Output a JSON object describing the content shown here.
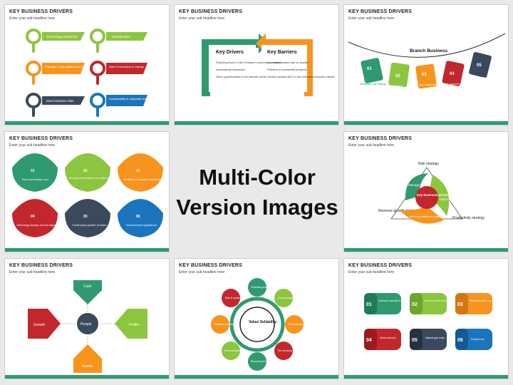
{
  "heading": {
    "line1": "Multi-Color",
    "line2": "Version Images"
  },
  "common": {
    "title": "KEY BUSINESS DRIVERS",
    "subtitle": "Enter your sub headline here"
  },
  "s1": {
    "items": [
      "Technology advances",
      "Globalization",
      "Changes in the workforce & the nature of work",
      "Rate if innovation & change",
      "New business risks",
      "Sustainability & corporate social responsibility"
    ]
  },
  "s2": {
    "left_title": "Key Drivers",
    "left_items": [
      "Exploring touch in the Chinese e-commerce market",
      "International expansion",
      "Other opportunities in the internet sector"
    ],
    "right_title": "Key Barriers",
    "right_items": [
      "Low monetization rate on mobile",
      "Problem of counterfeit products",
      "Trends towards B2C in the Chinese economic market"
    ]
  },
  "s3": {
    "title": "Branch Business",
    "cards": [
      {
        "num": "01",
        "text": "Manpower-rest strategy"
      },
      {
        "num": "02",
        "text": "Guideline"
      },
      {
        "num": "03",
        "text": "Avg. retail prices"
      },
      {
        "num": "04",
        "text": "Avg. premium per policy"
      },
      {
        "num": "05",
        "text": "Persistency"
      }
    ]
  },
  "s4": {
    "items": [
      {
        "num": "01",
        "text": "Risk commodity cost"
      },
      {
        "num": "02",
        "text": "Pricing in expectations the project as customer spending"
      },
      {
        "num": "03",
        "text": "Declining customer retention"
      },
      {
        "num": "04",
        "text": "Technology changes and the adaption marketing"
      },
      {
        "num": "05",
        "text": "Continuous growth of chain"
      },
      {
        "num": "06",
        "text": "Government regulations"
      }
    ]
  },
  "s5": {
    "top": "Risk strategy",
    "left": "Revenue growth strategy",
    "right": "Productivity strategy",
    "center": "Key Business Drivers",
    "arc1": "Manage risks",
    "arc2": "Improve profit",
    "arc3": "Increase sales and share"
  },
  "s6": {
    "top": "Cash",
    "left": "Growth",
    "center": "People",
    "right": "Profits",
    "bottom": "Assets"
  },
  "s7": {
    "center": "Value/ Sellability",
    "items": [
      "Financial performance",
      "Growth potential",
      "The business and strategies",
      "The recurring revenue",
      "Recurring revenue",
      "Demonstrated growth",
      "Customer satisfaction",
      "Risk & spoke"
    ]
  },
  "s8": {
    "items": [
      {
        "num": "01",
        "text": "Volumes capacity & locations"
      },
      {
        "num": "02",
        "text": "Unit cost, yield and availability"
      },
      {
        "num": "03",
        "text": "Reaching efficiency"
      },
      {
        "num": "04",
        "text": "Metal recovery"
      },
      {
        "num": "05",
        "text": "Natural gas costs"
      },
      {
        "num": "06",
        "text": "Product mix"
      }
    ]
  }
}
